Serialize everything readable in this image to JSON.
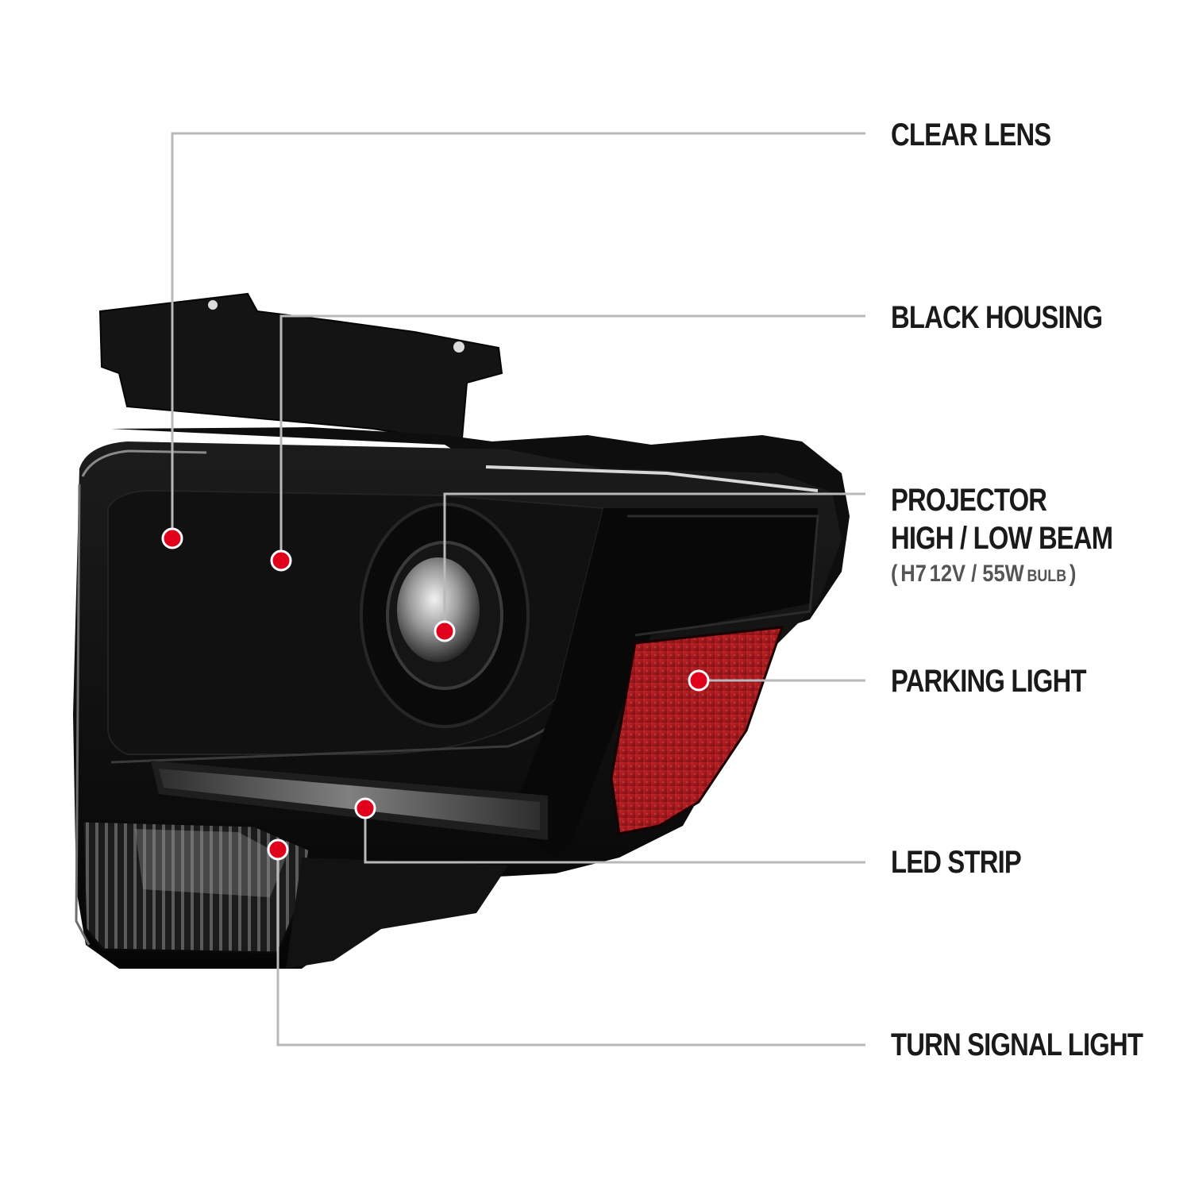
{
  "callouts": [
    {
      "id": "clear-lens",
      "label": "CLEAR LENS"
    },
    {
      "id": "black-housing",
      "label": "BLACK HOUSING"
    },
    {
      "id": "projector",
      "label_line1": "PROJECTOR",
      "label_line2": "HIGH / LOW BEAM",
      "spec": {
        "open": "(",
        "bulb_type": "H7",
        "voltage_watts": "12V / 55W",
        "unit": "BULB",
        "close": ")"
      }
    },
    {
      "id": "parking-light",
      "label": "PARKING LIGHT"
    },
    {
      "id": "led-strip",
      "label": "LED STRIP"
    },
    {
      "id": "turn-signal-light",
      "label": "TURN SIGNAL LIGHT"
    }
  ],
  "colors": {
    "leader_line": "#b9b9b9",
    "marker": "#e0001b",
    "housing": "#0b0b0b",
    "amber_reflector": "#a8181a"
  }
}
